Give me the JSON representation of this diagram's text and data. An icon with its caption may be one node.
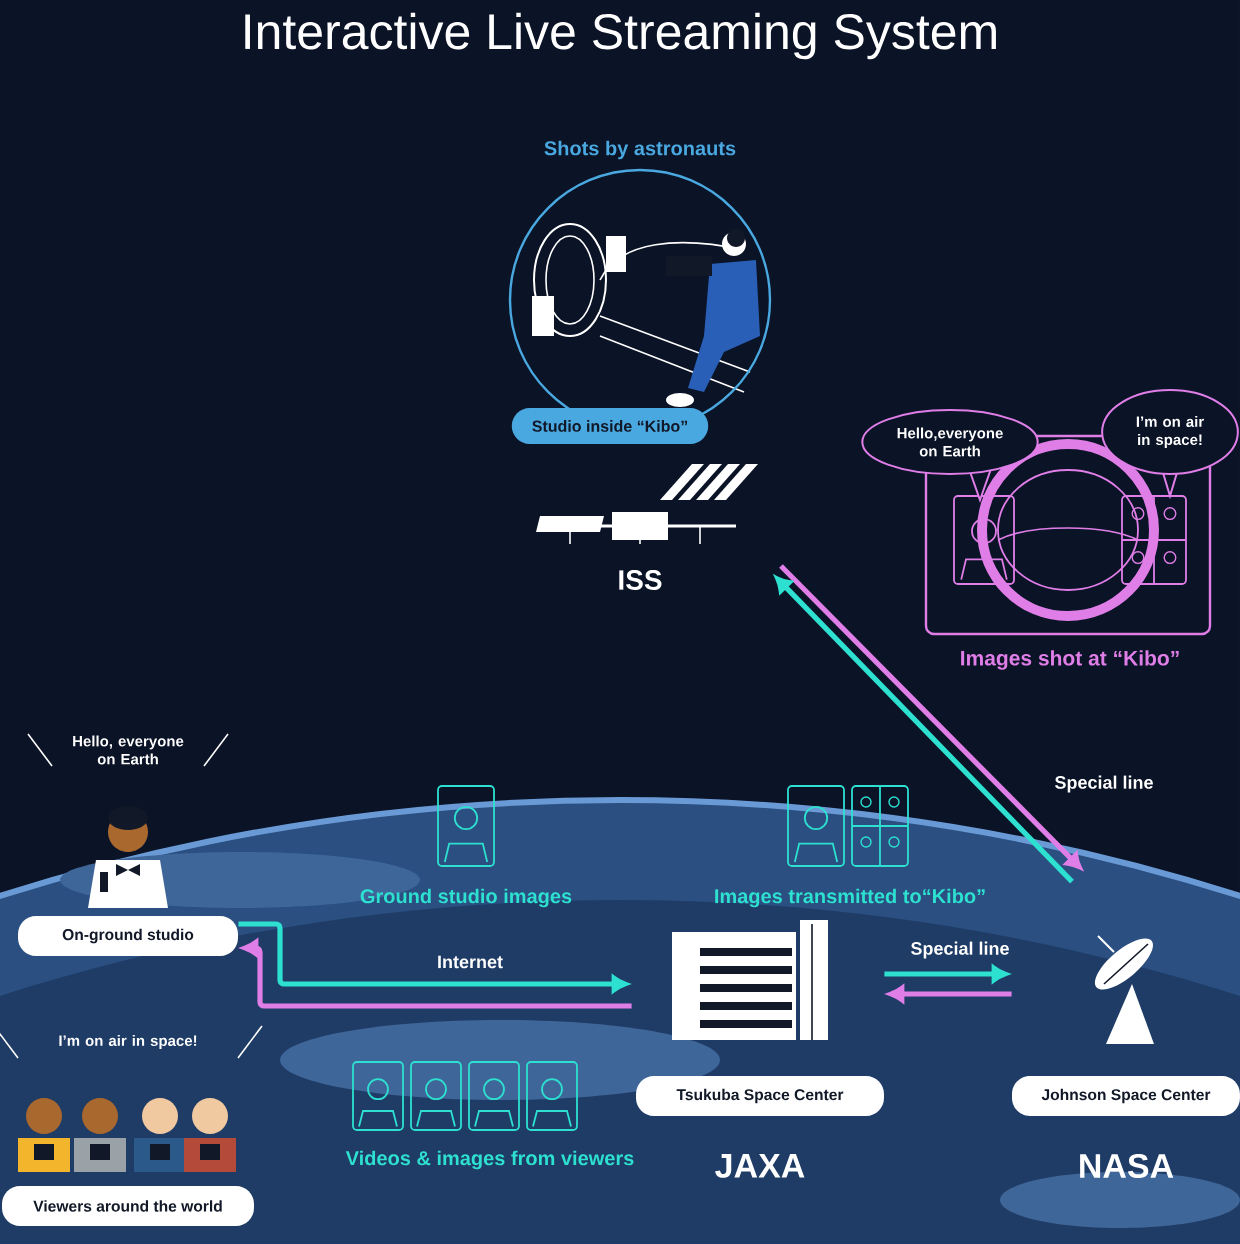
{
  "diagram": {
    "title": "Interactive Live Streaming System",
    "nodes": [
      {
        "text": [
          "Shots by astronauts",
          "Studio inside “Kibo”"
        ]
      },
      {
        "text": [
          "ISS"
        ]
      },
      {
        "text": [
          "Images shot at “Kibo”"
        ]
      },
      {
        "text": [
          "Hello,everyone on Earth"
        ]
      },
      {
        "text": [
          "I’m on air in space!"
        ]
      },
      {
        "text": [
          "On-ground studio"
        ]
      },
      {
        "text": [
          "Viewers around the world"
        ]
      },
      {
        "text": [
          "Tsukuba Space Center",
          "JAXA"
        ]
      },
      {
        "text": [
          "Johnson Space Center",
          "NASA"
        ]
      }
    ],
    "edges": [
      {
        "from": 5,
        "to": 7,
        "arrow": "to",
        "label": "Internet",
        "color": "#2de0d0"
      },
      {
        "from": 7,
        "to": 5,
        "arrow": "to",
        "color": "#e07ee8"
      },
      {
        "from": 7,
        "to": 8,
        "arrow": "to",
        "label": "Special line",
        "color": "#2de0d0"
      },
      {
        "from": 8,
        "to": 7,
        "arrow": "to",
        "color": "#e07ee8"
      },
      {
        "from": 1,
        "to": 8,
        "arrow": "to",
        "label": "Special line",
        "color": "#e07ee8"
      },
      {
        "from": 8,
        "to": 1,
        "arrow": "to",
        "color": "#2de0d0"
      }
    ],
    "labels": [
      "Hello, everyone on Earth",
      "Ground studio images",
      "Images transmitted to“Kibo”",
      "I’m on air in space!",
      "Videos & images from viewers"
    ]
  }
}
